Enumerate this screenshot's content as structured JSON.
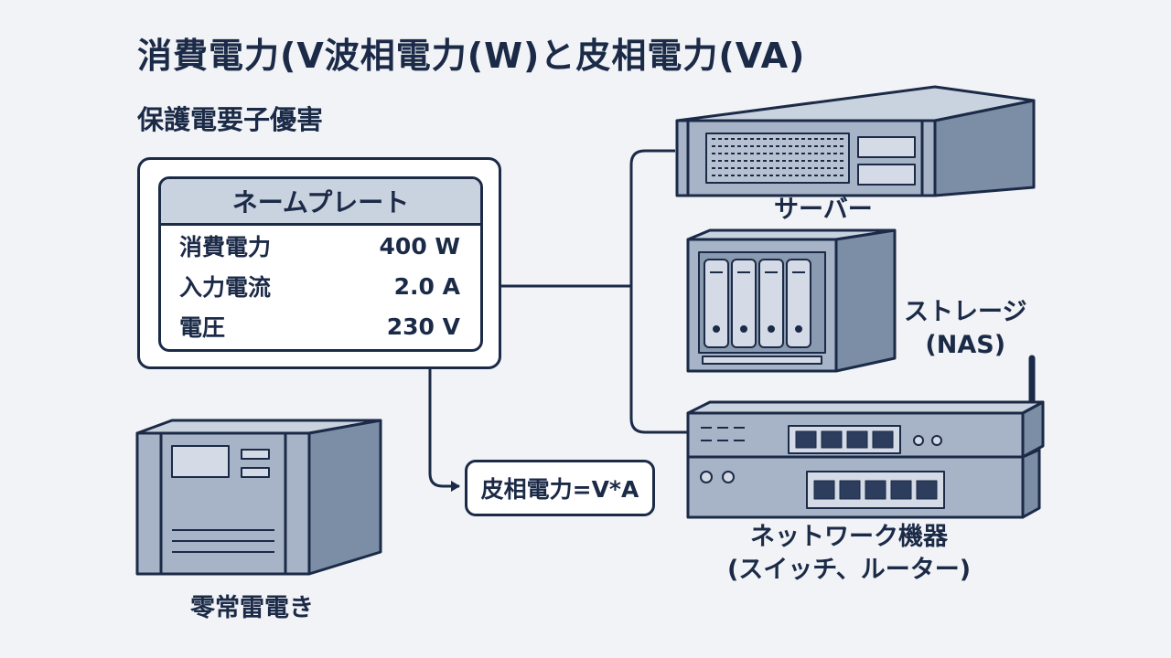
{
  "title": "消費電力(V波相電力(W)と皮相電力(VA)",
  "subtitle": "保護電要子優害",
  "nameplate": {
    "header": "ネームプレート",
    "rows": [
      {
        "label": "消費電力",
        "value": "400 W"
      },
      {
        "label": "入力電流",
        "value": "2.0 A"
      },
      {
        "label": "電圧",
        "value": "230 V"
      }
    ]
  },
  "formula": "皮相電力=V*A",
  "devices": {
    "server": "サーバー",
    "storage_line1": "ストレージ",
    "storage_line2": "(NAS)",
    "network_line1": "ネットワーク機器",
    "network_line2": "(スイッチ、ルーター)",
    "ups": "零常雷電き"
  }
}
